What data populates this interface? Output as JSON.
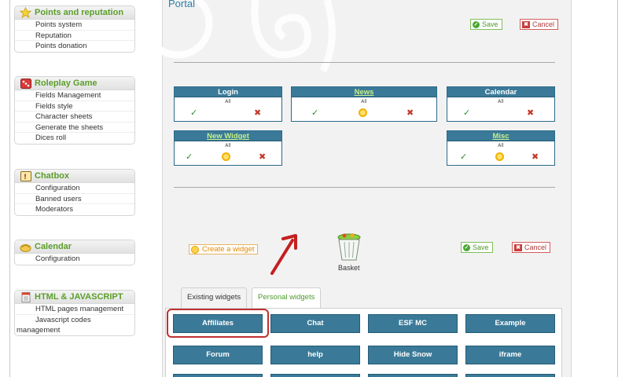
{
  "sidebar": {
    "sections": [
      {
        "title": "Points and reputation",
        "icon": "star-icon",
        "items": [
          "Points system",
          "Reputation",
          "Points donation"
        ]
      },
      {
        "title": "Roleplay Game",
        "icon": "dice-icon",
        "items": [
          "Fields Management",
          "Fields style",
          "Character sheets",
          "Generate the sheets",
          "Dices roll"
        ]
      },
      {
        "title": "Chatbox",
        "icon": "chat-icon",
        "items": [
          "Configuration",
          "Banned users",
          "Moderators"
        ]
      },
      {
        "title": "Calendar",
        "icon": "calendar-icon",
        "items": [
          "Configuration"
        ]
      },
      {
        "title": "HTML & JAVASCRIPT",
        "icon": "page-icon",
        "items": [
          "HTML pages management",
          "Javascript codes management"
        ]
      }
    ]
  },
  "main": {
    "title": "Portal",
    "save_label": "Save",
    "cancel_label": "Cancel",
    "widgets": [
      {
        "title": "Login",
        "sub": "All",
        "link": false,
        "configurable": false
      },
      {
        "title": "News",
        "sub": "All",
        "link": true,
        "configurable": true
      },
      {
        "title": "Calendar",
        "sub": "All",
        "link": false,
        "configurable": false
      },
      {
        "title": "New Widget",
        "sub": "All",
        "link": true,
        "configurable": true
      },
      {
        "title": "Misc",
        "sub": "All",
        "link": true,
        "configurable": true
      }
    ],
    "create_widget_label": "Create a widget",
    "basket_label": "Basket",
    "tabs": [
      "Existing widgets",
      "Personal widgets"
    ],
    "personal_widgets": [
      "Affiliates",
      "Chat",
      "ESF MC",
      "Example",
      "Forum",
      "help",
      "Hide Snow",
      "iframe"
    ]
  },
  "colors": {
    "accent_green": "#5b9e2a",
    "title_blue": "#2d7fa8",
    "widget_blue": "#3a7a98",
    "highlight_red": "#c03131"
  }
}
